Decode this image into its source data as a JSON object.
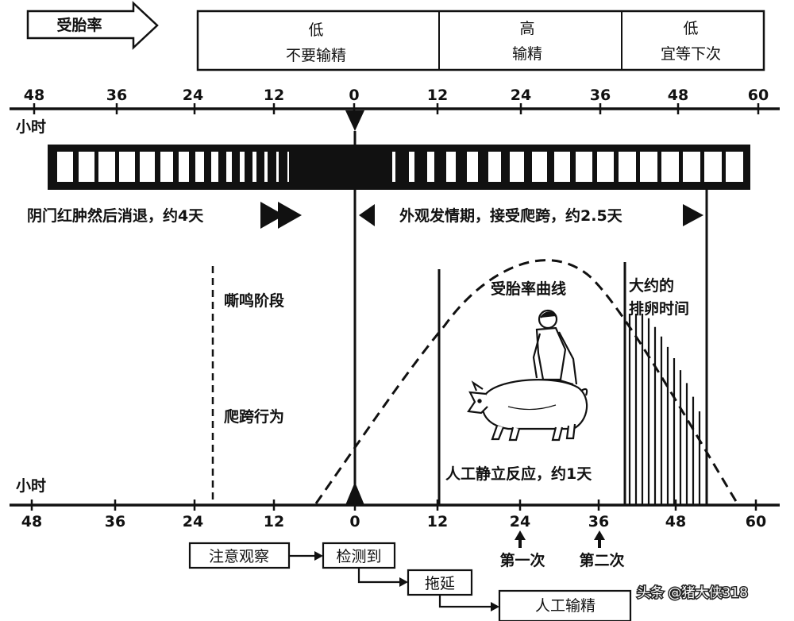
{
  "header": {
    "arrow_label": "受胎率",
    "segments": [
      {
        "line1": "低",
        "line2": "不要输精"
      },
      {
        "line1": "高",
        "line2": "输精"
      },
      {
        "line1": "低",
        "line2": "宜等下次"
      }
    ]
  },
  "axis": {
    "unit_label": "小时",
    "ticks": [
      "48",
      "36",
      "24",
      "12",
      "0",
      "12",
      "24",
      "36",
      "48",
      "60"
    ]
  },
  "labels": {
    "vulva_swelling": "阴门红肿然后消退，约4天",
    "visible_estrus": "外观发情期，接受爬跨，约2.5天",
    "grunting_stage": "嘶鸣阶段",
    "mounting_behavior": "爬跨行为",
    "conception_curve": "受胎率曲线",
    "ovulation_line1": "大约的",
    "ovulation_line2": "排卵时间",
    "standing_reflex": "人工静立反应，约1天",
    "first_time": "第一次",
    "second_time": "第二次"
  },
  "flow": {
    "observe": "注意观察",
    "detected": "检测到",
    "delay": "拖延",
    "insemination": "人工输精"
  },
  "watermark": "头条 @猪大侠318"
}
